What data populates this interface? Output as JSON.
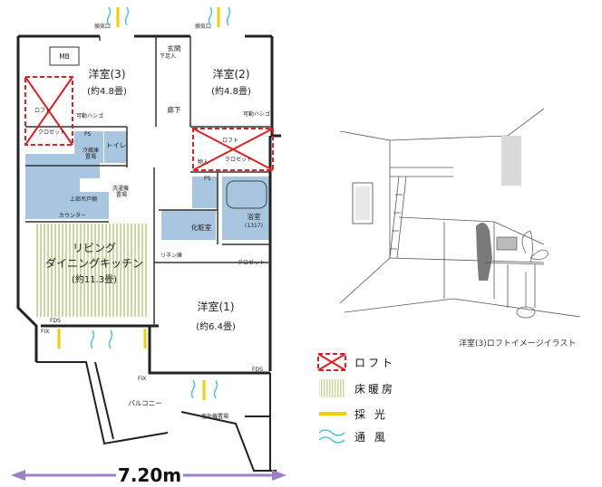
{
  "rooms": {
    "western3": {
      "name": "洋室(3)",
      "size": "(約4.8畳)"
    },
    "western2": {
      "name": "洋室(2)",
      "size": "(約4.8畳)"
    },
    "western1": {
      "name": "洋室(1)",
      "size": "(約6.4畳)"
    },
    "ldk": {
      "name_line1": "リビング",
      "name_line2": "ダイニングキッチン",
      "size": "(約11.3畳)"
    },
    "bath": {
      "name": "浴室",
      "size": "(1317)"
    },
    "washroom": "化粧室",
    "corridor": "廊下",
    "entrance": "玄関",
    "toilet": "トイレ",
    "balcony": "バルコニー"
  },
  "labels": {
    "mb": "MB",
    "loft_a": "ロフト",
    "loft_b": "ロフト",
    "closet_a": "クロゼット",
    "closet_b": "クロゼット",
    "closet_c": "クロゼット",
    "ps_a": "PS",
    "ps_b": "PS",
    "storage": "物入",
    "linen": "リネン庫",
    "counter": "カウンター",
    "laundry_1": "洗濯機",
    "laundry_2": "置場",
    "fridge_1": "冷蔵庫",
    "fridge_2": "置場",
    "shoe": "下足入",
    "ladder_a": "可動ハシゴ",
    "ladder_b": "可動ハシゴ",
    "shelf": "上部吊戸棚",
    "fix_a": "FIX",
    "fix_b": "FIX",
    "fds_a": "FDS",
    "fds_b": "FDS",
    "aircon_a": "換気口",
    "aircon_b": "換気口",
    "outdoor_unit": "室外機置場"
  },
  "dimension": "7.20m",
  "legend": [
    {
      "symbol": "loft",
      "label": "ロフト"
    },
    {
      "symbol": "floor-heating",
      "label": "床暖房"
    },
    {
      "symbol": "daylight",
      "label": "採 光"
    },
    {
      "symbol": "ventilation",
      "label": "通 風"
    }
  ],
  "illustration_caption": "洋室(3)ロフトイメージイラスト",
  "colors": {
    "wet_area": "#a9c6e0",
    "loft_cross": "#e02020",
    "daylight": "#f2d000",
    "ventilation": "#4ec3d6",
    "floor_heating": "#c9d9a0",
    "dimension_arrow": "#9b7fc9"
  }
}
